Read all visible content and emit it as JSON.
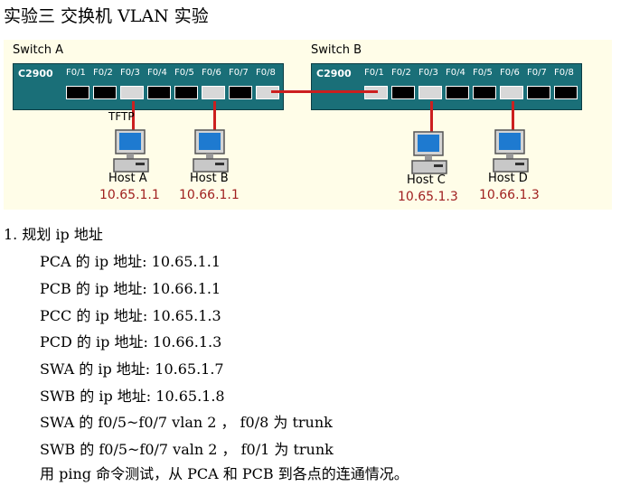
{
  "title": "实验三  交换机 VLAN 实验",
  "diagram": {
    "switch_a": {
      "label": "Switch A",
      "model": "C2900",
      "ports": [
        "F0/1",
        "F0/2",
        "F0/3",
        "F0/4",
        "F0/5",
        "F0/6",
        "F0/7",
        "F0/8"
      ]
    },
    "switch_b": {
      "label": "Switch B",
      "model": "C2900",
      "ports": [
        "F0/1",
        "F0/2",
        "F0/3",
        "F0/4",
        "F0/5",
        "F0/6",
        "F0/7",
        "F0/8"
      ]
    },
    "tftp_label": "TFTP",
    "hosts": [
      {
        "name": "Host A",
        "ip": "10.65.1.1"
      },
      {
        "name": "Host B",
        "ip": "10.66.1.1"
      },
      {
        "name": "Host C",
        "ip": "10.65.1.3"
      },
      {
        "name": "Host D",
        "ip": "10.66.1.3"
      }
    ],
    "colors": {
      "switch": "#1a6f78",
      "link": "#cc1f1f",
      "ip": "#a02020"
    }
  },
  "content": {
    "heading": "1.  规划 ip 地址",
    "lines": [
      "PCA 的 ip  地址: 10.65.1.1",
      "PCB 的 ip  地址: 10.66.1.1",
      "PCC 的 ip  地址: 10.65.1.3",
      "PCD 的 ip  地址: 10.66.1.3",
      "SWA 的 ip  地址: 10.65.1.7",
      "SWB 的 ip  地址: 10.65.1.8",
      "SWA 的 f0/5~f0/7 vlan 2  ，  f0/8 为 trunk",
      "SWB 的 f0/5~f0/7 valn 2  ，  f0/1 为 trunk",
      "用 ping 命令测试，从 PCA 和 PCB 到各点的连通情况。"
    ]
  }
}
